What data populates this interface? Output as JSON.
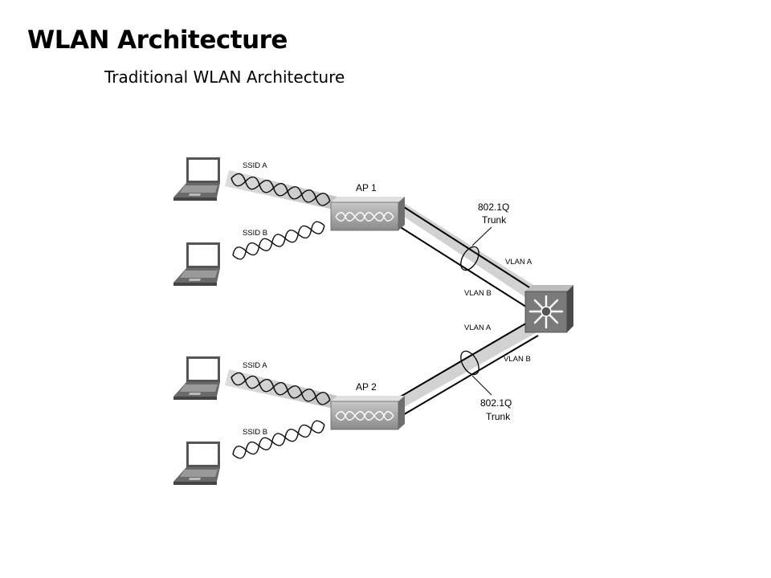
{
  "slide": {
    "title": "WLAN Architecture",
    "subtitle": "Traditional WLAN Architecture"
  },
  "diagram": {
    "ap1_label": "AP 1",
    "ap2_label": "AP 2",
    "ssid_a_top": "SSID A",
    "ssid_b_top": "SSID B",
    "ssid_a_bottom": "SSID A",
    "ssid_b_bottom": "SSID B",
    "trunk_top_line1": "802.1Q",
    "trunk_top_line2": "Trunk",
    "trunk_bottom_line1": "802.1Q",
    "trunk_bottom_line2": "Trunk",
    "vlan_a_upper": "VLAN A",
    "vlan_b_upper": "VLAN B",
    "vlan_a_lower": "VLAN A",
    "vlan_b_lower": "VLAN B"
  },
  "icons": [
    "laptop-icon",
    "access-point-icon",
    "multilayer-switch-icon"
  ]
}
